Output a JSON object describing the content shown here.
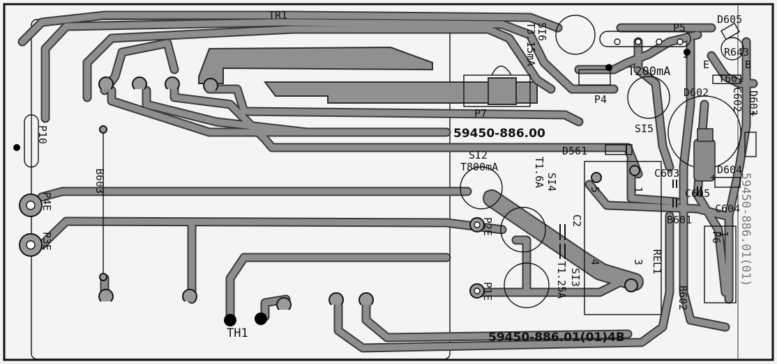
{
  "board": {
    "part_number_top": "59450-886.00",
    "part_number_bottom": "59450-886.01(01)4B",
    "edge_text": "59450-886.01(01)"
  },
  "labels": {
    "tr1": "TR1",
    "si6": "SI6",
    "t3_15ma": "T3.15mA",
    "p5": "P5",
    "d605": "D605",
    "r643": "R643",
    "b": "B",
    "e": "E",
    "t601": "T601",
    "c602": "C602",
    "d603": "D603",
    "t200ma": "T200mA",
    "d602": "D602",
    "p4": "P4",
    "p7": "P7",
    "si5": "SI5",
    "p10": "P10",
    "si2": "SI2",
    "t800ma": "T800mA",
    "si4": "SI4",
    "t1_6a": "T1.6A",
    "d561": "D561",
    "c603": "C603",
    "d604": "D604",
    "c605": "C605",
    "c604": "C604",
    "b601": "B601",
    "b603": "B603",
    "p4e": "P4E",
    "p3e": "P3E",
    "p2e": "P2E",
    "c2": "C2",
    "p6": "P6",
    "rel1": "REL1",
    "si3": "SI3",
    "t1_25a": "T1.25A",
    "p1e": "P1E",
    "b602": "B602",
    "th1": "TH1",
    "pin5": "5",
    "pin1": "1",
    "pin4": "4",
    "pin3": "3",
    "pin1b": "1",
    "pin1c": "1",
    "plus1": "+",
    "plus2": "+"
  }
}
